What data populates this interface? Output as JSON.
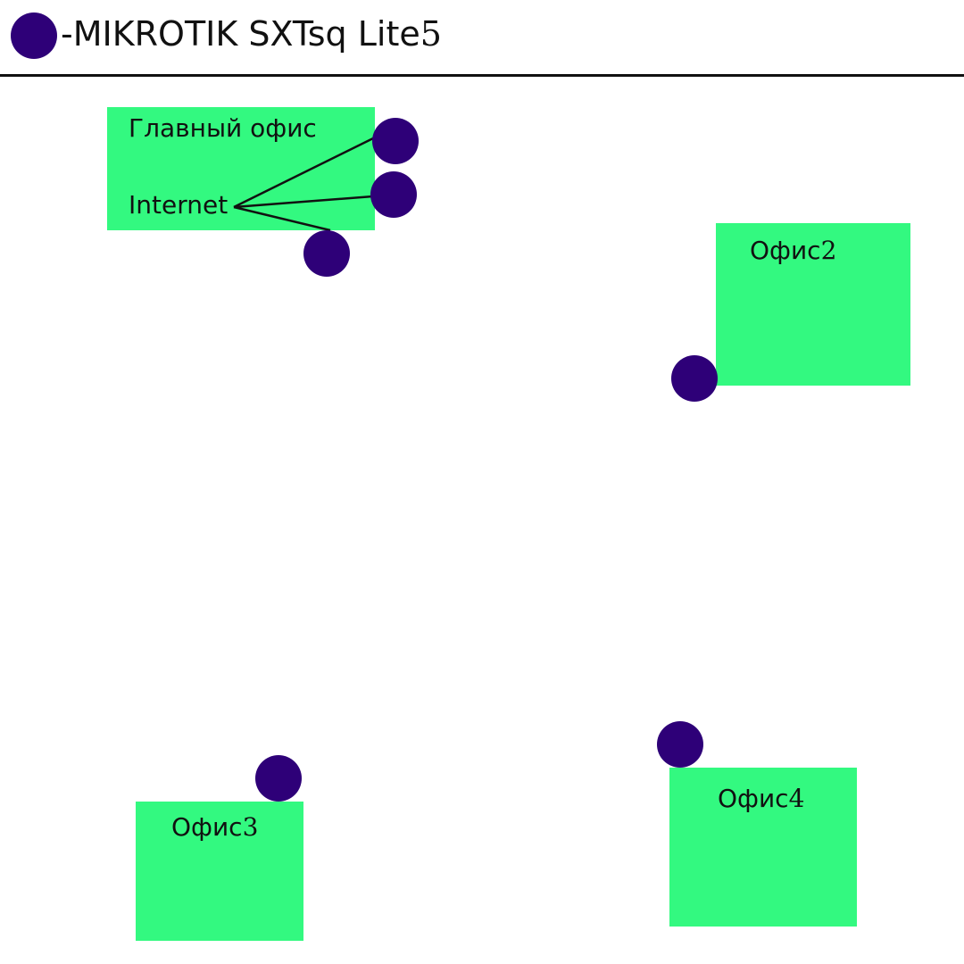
{
  "legend": {
    "prefix": "-MIKROTIK SXTsq Lite",
    "number": "5",
    "icon": "mikrotik-device-icon",
    "color": "#2e0078"
  },
  "offices": {
    "main": {
      "title": "Главный офис",
      "internet": "Internet"
    },
    "office2": {
      "title": "Офис",
      "number": "2"
    },
    "office3": {
      "title": "Офис",
      "number": "3"
    },
    "office4": {
      "title": "Офис",
      "number": "4"
    }
  },
  "colors": {
    "office_fill": "#33f980",
    "device_fill": "#2e0078",
    "line": "#111111"
  }
}
